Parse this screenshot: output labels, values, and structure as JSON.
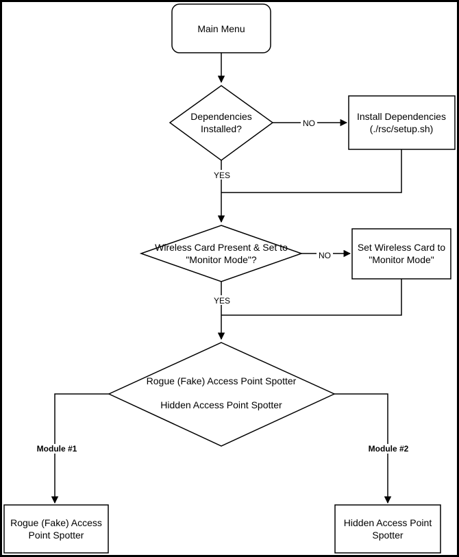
{
  "diagram": {
    "nodes": {
      "main_menu": {
        "lines": [
          "Main Menu"
        ]
      },
      "dependencies_check": {
        "lines": [
          "Dependencies",
          "Installed?"
        ]
      },
      "install_dependencies": {
        "lines": [
          "Install Dependencies",
          "(./rsc/setup.sh)"
        ]
      },
      "wireless_check": {
        "lines": [
          "Wireless Card Present & Set to",
          "\"Monitor Mode\"?"
        ]
      },
      "set_wireless": {
        "lines": [
          "Set Wireless Card to",
          "\"Monitor Mode\""
        ]
      },
      "module_select": {
        "lines": [
          "Rogue (Fake) Access Point Spotter",
          "Hidden Access Point Spotter"
        ]
      },
      "rogue_module": {
        "lines": [
          "Rogue (Fake) Access",
          "Point Spotter"
        ]
      },
      "hidden_module": {
        "lines": [
          "Hidden Access Point",
          "Spotter"
        ]
      }
    },
    "edges": {
      "dep_no": "NO",
      "dep_yes": "YES",
      "wireless_no": "NO",
      "wireless_yes": "YES",
      "module1": "Module #1",
      "module2": "Module #2"
    }
  }
}
